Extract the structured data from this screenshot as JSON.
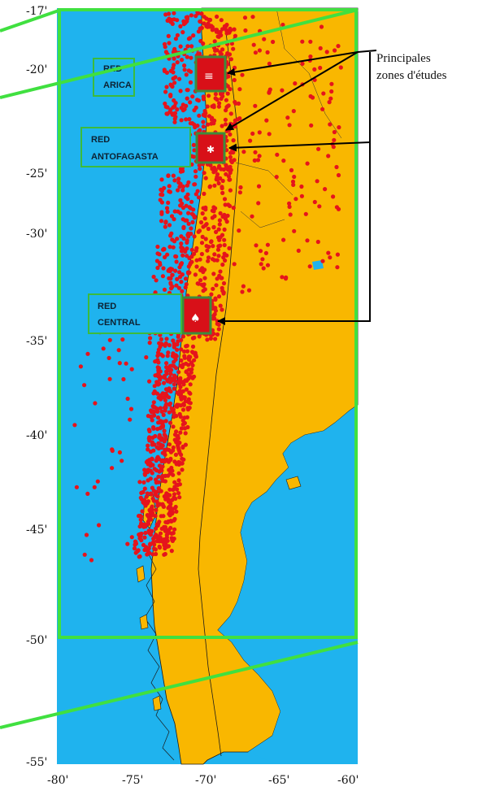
{
  "map": {
    "colors": {
      "ocean": "#1fb3ee",
      "land": "#f9b700",
      "seismicity": "#e5141c",
      "frame": "#40e040",
      "box": "#3c8c3c"
    },
    "y_axis_labels": [
      "-17'",
      "-20'",
      "-25'",
      "-30'",
      "-35'",
      "-40'",
      "-45'",
      "-50'",
      "-55'"
    ],
    "x_axis_labels": [
      "-80'",
      "-75'",
      "-70'",
      "-65'",
      "-60'"
    ],
    "networks": [
      {
        "line1": "RED",
        "line2": "ARICA"
      },
      {
        "line1": "RED",
        "line2": "ANTOFAGASTA"
      },
      {
        "line1": "RED",
        "line2": "CENTRAL"
      }
    ]
  },
  "callout": {
    "line1": "Principales",
    "line2": "zones d'études"
  }
}
